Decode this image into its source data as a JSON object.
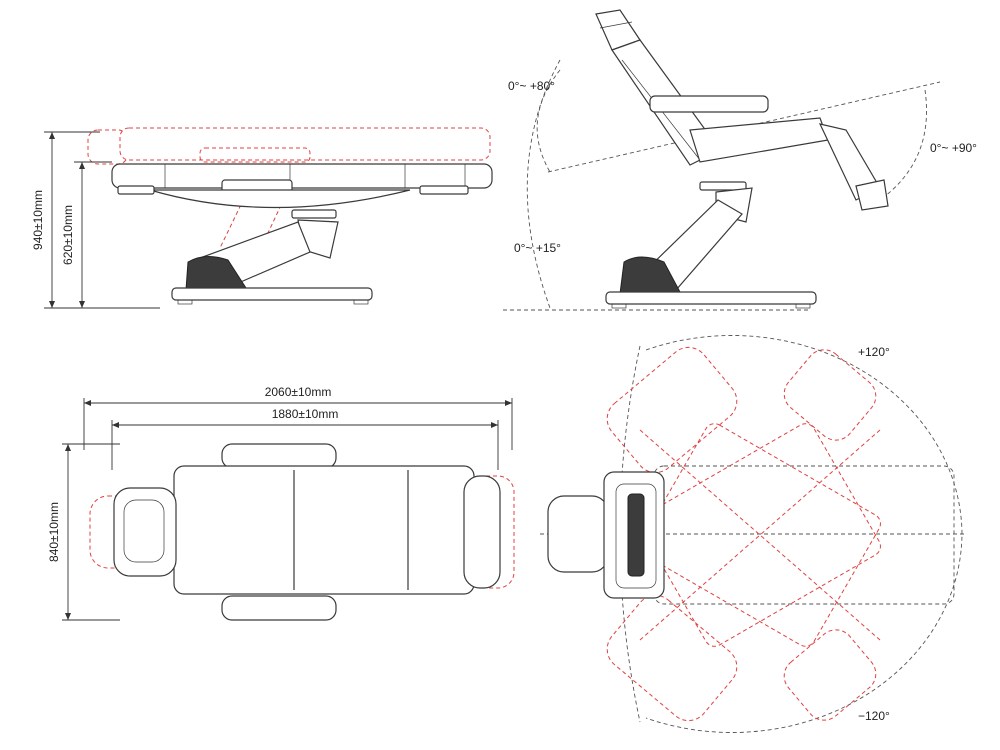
{
  "side_view": {
    "height_max": "940±10mm",
    "height_min": "620±10mm"
  },
  "recline_view": {
    "backrest_angle": "0°~ +80°",
    "legrest_angle": "0°~ +90°",
    "tilt_angle": "0°~ +15°"
  },
  "top_view": {
    "total_length": "2060±10mm",
    "body_length": "1880±10mm",
    "width": "840±10mm"
  },
  "rotation_view": {
    "rotation_positive": "+120°",
    "rotation_negative": "−120°"
  },
  "colors": {
    "outline": "#3a3a3a",
    "adjust_range": "#e04040",
    "guide": "#555555"
  }
}
